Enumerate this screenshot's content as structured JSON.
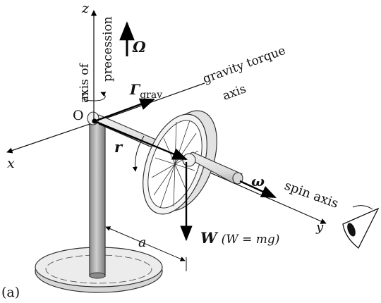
{
  "figure": {
    "panel_label": "(a)",
    "axes": {
      "z": "z",
      "x": "x",
      "y": "y"
    },
    "precession_axis": {
      "line1": "axis of",
      "line2": "precession"
    },
    "precession_rate": "Ω",
    "gravity_torque_axis": {
      "line1": "gravity torque",
      "line2": "axis"
    },
    "torque": {
      "symbol": "Γ",
      "subscript": "grav"
    },
    "pivot": "O",
    "position_vector": "r",
    "spin_rate": "ω",
    "spin_axis": "spin axis",
    "distance": "a",
    "weight": {
      "symbol": "W",
      "equation": "(W = mg)"
    }
  }
}
